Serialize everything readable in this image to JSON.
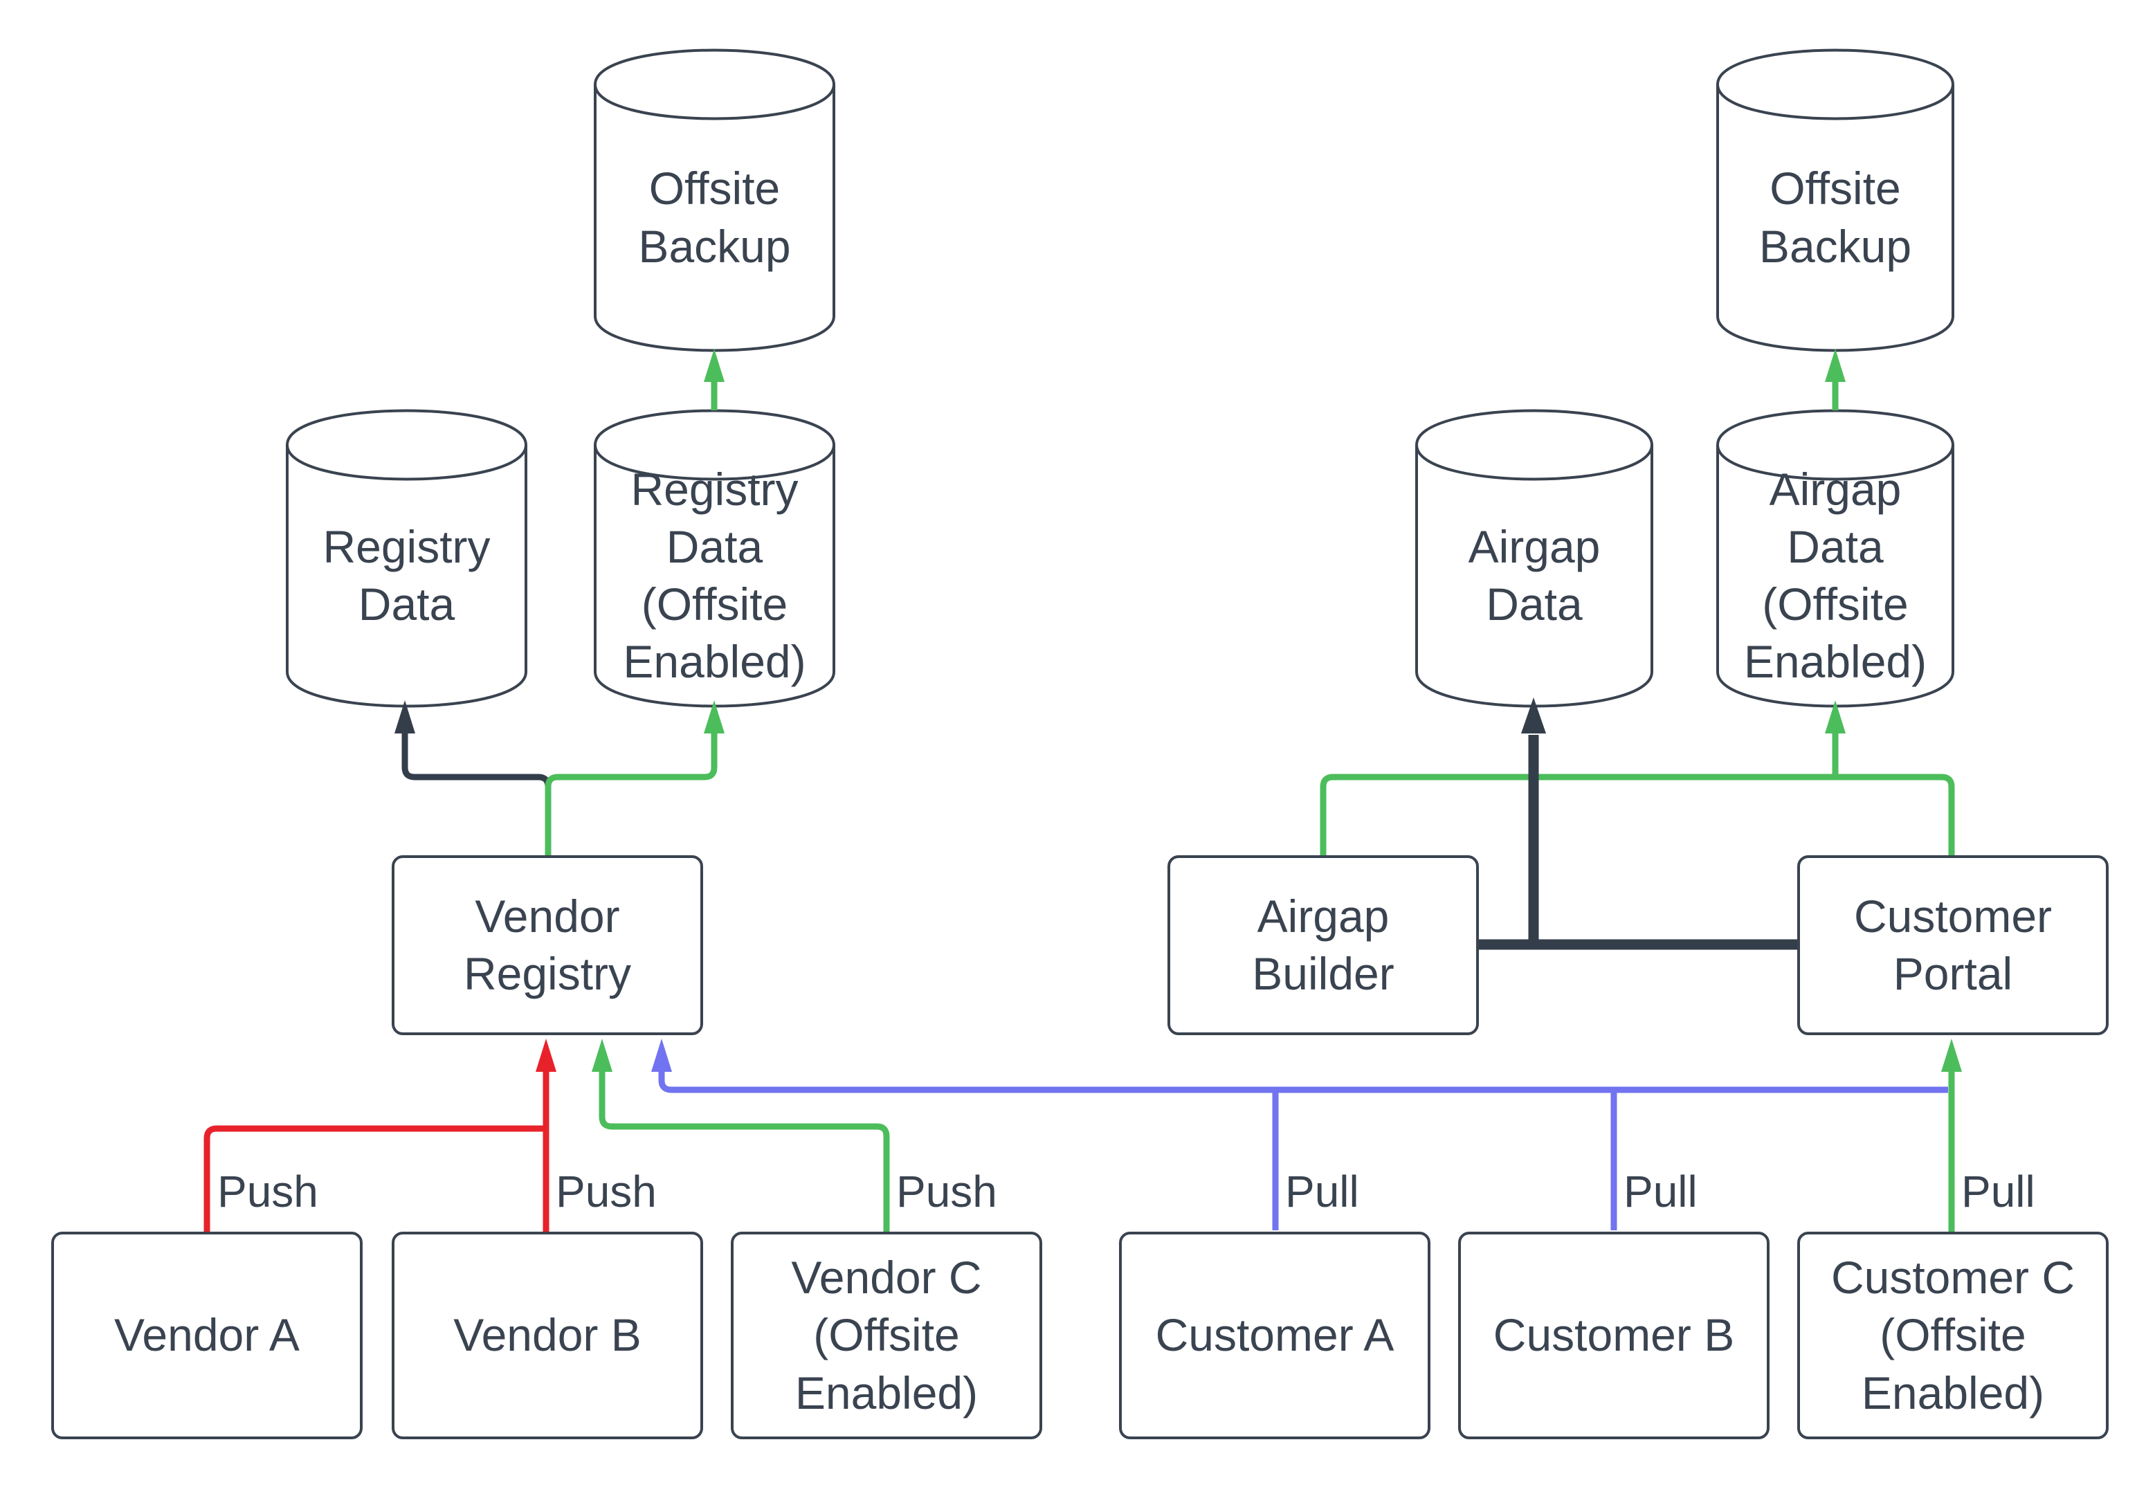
{
  "diagram": {
    "background": "#FFFFFF",
    "colors": {
      "ink": "#3A4350",
      "dark": "#343E4B",
      "green": "#4CBD5B",
      "red": "#E8222A",
      "blue": "#7173F0",
      "node_fill": "#FFFFFF"
    },
    "nodes": {
      "offsite_backup_left": {
        "shape": "cylinder",
        "label": "Offsite\nBackup"
      },
      "registry_data": {
        "shape": "cylinder",
        "label": "Registry\nData"
      },
      "registry_data_offsite": {
        "shape": "cylinder",
        "label": "Registry\nData\n(Offsite\nEnabled)"
      },
      "vendor_registry": {
        "shape": "box",
        "label": "Vendor\nRegistry"
      },
      "vendor_a": {
        "shape": "box",
        "label": "Vendor A"
      },
      "vendor_b": {
        "shape": "box",
        "label": "Vendor B"
      },
      "vendor_c": {
        "shape": "box",
        "label": "Vendor C\n(Offsite\nEnabled)"
      },
      "offsite_backup_right": {
        "shape": "cylinder",
        "label": "Offsite\nBackup"
      },
      "airgap_data": {
        "shape": "cylinder",
        "label": "Airgap\nData"
      },
      "airgap_data_offsite": {
        "shape": "cylinder",
        "label": "Airgap\nData\n(Offsite\nEnabled)"
      },
      "airgap_builder": {
        "shape": "box",
        "label": "Airgap\nBuilder"
      },
      "customer_portal": {
        "shape": "box",
        "label": "Customer\nPortal"
      },
      "customer_a": {
        "shape": "box",
        "label": "Customer A"
      },
      "customer_b": {
        "shape": "box",
        "label": "Customer B"
      },
      "customer_c": {
        "shape": "box",
        "label": "Customer C\n(Offsite\nEnabled)"
      }
    },
    "edges": {
      "vendor_a_push": {
        "label": "Push",
        "color": "red",
        "from": "vendor_a",
        "to": "vendor_registry"
      },
      "vendor_b_push": {
        "label": "Push",
        "color": "red",
        "from": "vendor_b",
        "to": "vendor_registry"
      },
      "vendor_c_push": {
        "label": "Push",
        "color": "green",
        "from": "vendor_c",
        "to": "vendor_registry"
      },
      "customer_a_pull": {
        "label": "Pull",
        "color": "blue",
        "from": "customer_a",
        "to": "vendor_registry"
      },
      "customer_b_pull": {
        "label": "Pull",
        "color": "blue",
        "from": "customer_b",
        "to": "vendor_registry"
      },
      "customer_c_pull": {
        "label": "Pull",
        "color": "green",
        "from": "customer_c",
        "to": "customer_portal"
      },
      "registry_to_registry_data": {
        "color": "dark",
        "from": "vendor_registry",
        "to": "registry_data"
      },
      "registry_to_registry_data_offsite": {
        "color": "green",
        "from": "vendor_registry",
        "to": "registry_data_offsite"
      },
      "registry_data_offsite_to_backup": {
        "color": "green",
        "from": "registry_data_offsite",
        "to": "offsite_backup_left"
      },
      "builder_and_portal_to_airgap_data": {
        "color": "dark",
        "from": "airgap_builder, customer_portal",
        "to": "airgap_data"
      },
      "builder_and_portal_to_airgap_offsite": {
        "color": "green",
        "from": "airgap_builder, customer_portal",
        "to": "airgap_data_offsite"
      },
      "airgap_data_offsite_to_backup": {
        "color": "green",
        "from": "airgap_data_offsite",
        "to": "offsite_backup_right"
      }
    }
  }
}
